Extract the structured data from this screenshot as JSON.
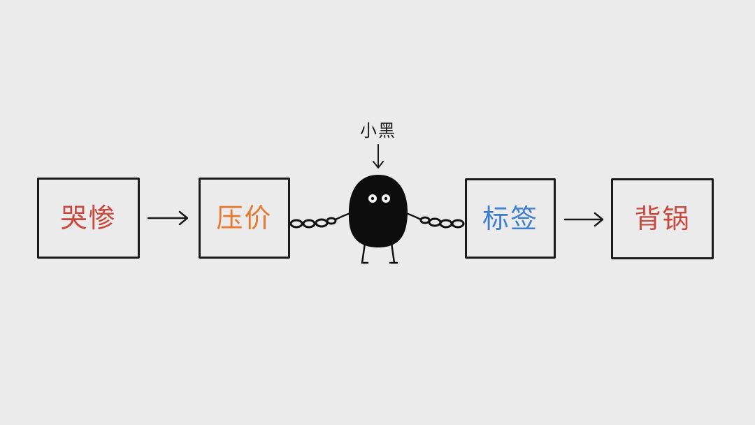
{
  "diagram": {
    "nodes": [
      {
        "id": "node-1",
        "label": "哭惨",
        "color": "#c9473d"
      },
      {
        "id": "node-2",
        "label": "压价",
        "color": "#e6782f"
      },
      {
        "id": "node-3",
        "label": "标签",
        "color": "#3f7fd0"
      },
      {
        "id": "node-4",
        "label": "背锅",
        "color": "#c9473d"
      }
    ],
    "edges": [
      {
        "from": "node-1",
        "to": "node-2",
        "style": "arrow"
      },
      {
        "from": "node-2",
        "to": "character",
        "style": "chain"
      },
      {
        "from": "character",
        "to": "node-3",
        "style": "chain"
      },
      {
        "from": "node-3",
        "to": "node-4",
        "style": "arrow"
      }
    ],
    "character": {
      "label": "小黑",
      "icon": "black-blob-character-icon",
      "color": "#0d0d0d"
    }
  },
  "colors": {
    "background": "#ebebeb",
    "stroke": "#1a1a1a"
  }
}
